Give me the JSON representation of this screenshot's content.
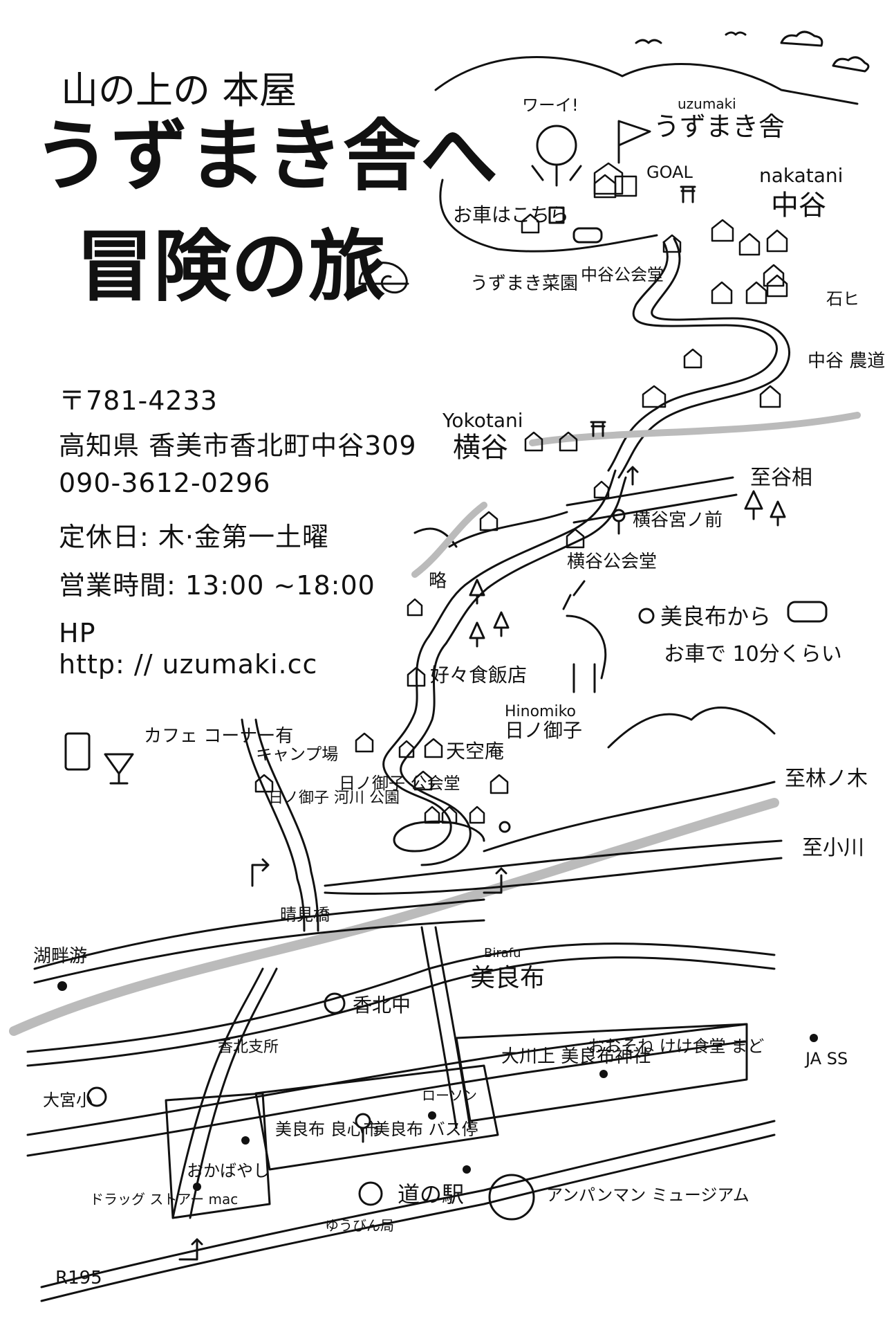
{
  "title": {
    "sub": "山の上の 本屋",
    "main_line1": "うずまき舎へ",
    "main_line2": "冒険の旅"
  },
  "info": {
    "postal": "〒781-4233",
    "address": "高知県 香美市香北町中谷309",
    "phone": "090-3612-0296",
    "closed": "定休日: 木·金第一土曜",
    "hours": "営業時間: 13:00 ~18:00",
    "hp_label": "HP",
    "url": "http: // uzumaki.cc",
    "cafe": "カフェ コーナー有"
  },
  "labels": {
    "waai": "ワーイ!",
    "uzumaki_roman": "uzumaki",
    "uzumaki": "うずまき舎",
    "goal": "GOAL",
    "parking": "お車はこちら",
    "field": "うずまき菜園",
    "nakatani_hall": "中谷公会堂",
    "nakatani_roman": "nakatani",
    "nakatani": "中谷",
    "ishi": "石ヒ",
    "nakatani_road": "中谷 農道",
    "yokotani_roman": "Yokotani",
    "yokotani": "横谷",
    "to_taniai": "至谷相",
    "yokotani_shrine": "横谷宮ノ前",
    "yokotani_hall": "横谷公会堂",
    "abbrev": "略",
    "from_birafu": "美良布から",
    "by_car": "お車で 10分くらい",
    "koukou": "好々食飯店",
    "hinomiko_roman": "Hinomiko",
    "hinomiko": "日ノ御子",
    "camp": "キャンプ場",
    "tenkuuan": "天空庵",
    "hinomiko_hall": "日ノ御子 公会堂",
    "river_park": "日ノ御子 河川 公園",
    "to_hayashi": "至林ノ木",
    "to_ogawa": "至小川",
    "bridge": "晴見橋",
    "kohan": "湖畔游",
    "birafu_roman": "Birafu",
    "birafu": "美良布",
    "koho_jh": "香北中",
    "koho_branch": "香北支所",
    "omiya_es": "大宮小",
    "okawa": "大川上 美良布神社",
    "restaurant": "おおそね けけ食堂 まど",
    "ja": "JA SS",
    "lawson": "ローソン",
    "bus": "美良布 バス停",
    "market": "美良布 良心市",
    "okabayashi": "おかばやし",
    "drug": "ドラッグ ストアー mac",
    "post": "ゆうびん局",
    "michinoeki": "道の駅",
    "anpanman": "アンパンマン ミュージアム",
    "r195": "R195"
  }
}
